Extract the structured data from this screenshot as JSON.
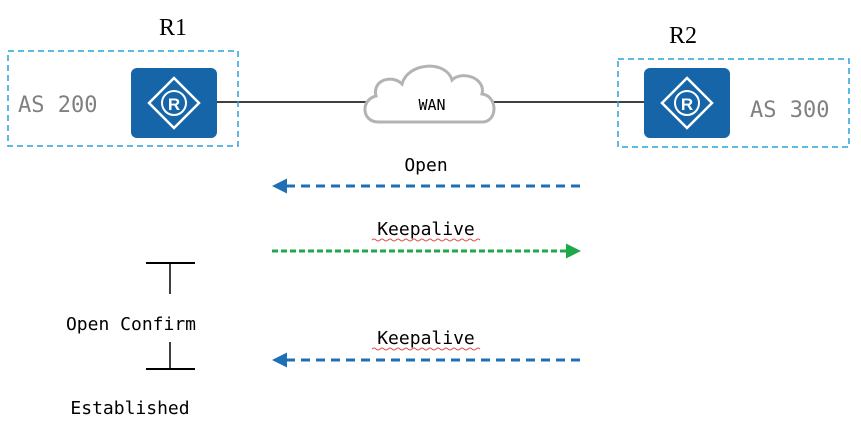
{
  "routers": {
    "r1": {
      "name": "R1",
      "as_label": "AS 200"
    },
    "r2": {
      "name": "R2",
      "as_label": "AS 300"
    }
  },
  "network": {
    "cloud_label": "WAN"
  },
  "messages": [
    {
      "label": "Open",
      "direction": "R2 to R1",
      "color": "#1f6fb5"
    },
    {
      "label": "Keepalive",
      "direction": "R1 to R2",
      "color": "#1fa84a"
    },
    {
      "label": "Keepalive",
      "direction": "R2 to R1",
      "color": "#1f6fb5"
    }
  ],
  "states": [
    {
      "label": "Open Confirm"
    },
    {
      "label": "Established"
    }
  ],
  "colors": {
    "router_fill": "#1565a8",
    "as_box_border": "#29a3dc",
    "cloud_stroke": "#b3b3b3",
    "open_arrow": "#1f6fb5",
    "keepalive_out_arrow": "#1fa84a",
    "keepalive_in_arrow": "#1f6fb5",
    "spellcheck_underline": "#e05050"
  },
  "icons": {
    "router": "router-r-diamond-icon",
    "cloud": "wan-cloud-icon"
  }
}
